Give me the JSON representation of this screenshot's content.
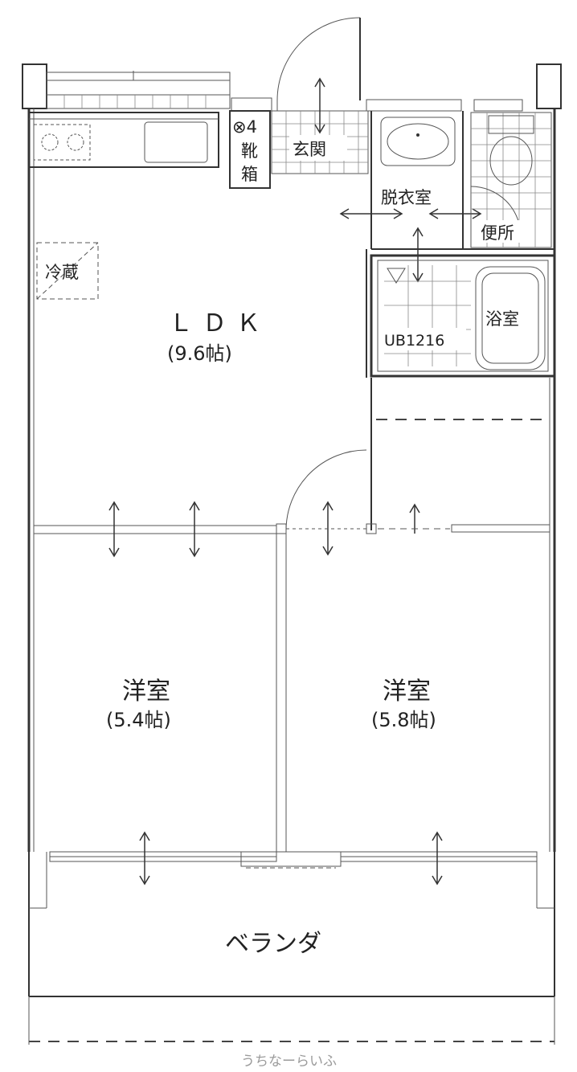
{
  "rooms": {
    "ldk": {
      "name": "ＬＤＫ",
      "size": "(9.6帖)"
    },
    "western1": {
      "name": "洋室",
      "size": "(5.4帖)"
    },
    "western2": {
      "name": "洋室",
      "size": "(5.8帖)"
    },
    "entrance": "玄関",
    "shoe_box": "靴箱",
    "shoe_box_mark": "⊗4",
    "dressing": "脱衣室",
    "toilet": "便所",
    "bath": "浴室",
    "unit_bath": "UB1216",
    "fridge": "冷蔵",
    "veranda": "ベランダ"
  },
  "watermark": "うちなーらいふ"
}
